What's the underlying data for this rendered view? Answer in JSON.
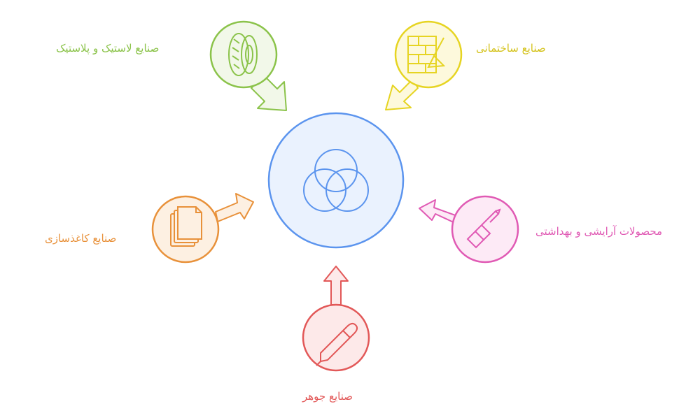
{
  "industries": [
    {
      "id": "rubber",
      "label": "صنایع لاستیک و پلاستیک",
      "color": "#8bc34a",
      "fill": "#f2f8e9",
      "icon": "tire-icon"
    },
    {
      "id": "construction",
      "label": "صنایع ساختمانی",
      "color": "#e6d422",
      "fill": "#fdf9dc",
      "icon": "brick-wall-trowel-icon"
    },
    {
      "id": "paper",
      "label": "صنایع کاغذسازی",
      "color": "#e8913a",
      "fill": "#fdf0e2",
      "icon": "paper-stack-icon"
    },
    {
      "id": "cosmetics",
      "label": "محصولات آرایشی و بهداشتی",
      "color": "#e05ab4",
      "fill": "#fdeaf6",
      "icon": "lipstick-icon"
    },
    {
      "id": "ink",
      "label": "صنایع جوهر",
      "color": "#e25858",
      "fill": "#fde9e9",
      "icon": "pen-icon"
    }
  ],
  "center": {
    "color": "#5b94ee",
    "fill": "#eaf2fe",
    "icon": "venn-circles-icon"
  }
}
